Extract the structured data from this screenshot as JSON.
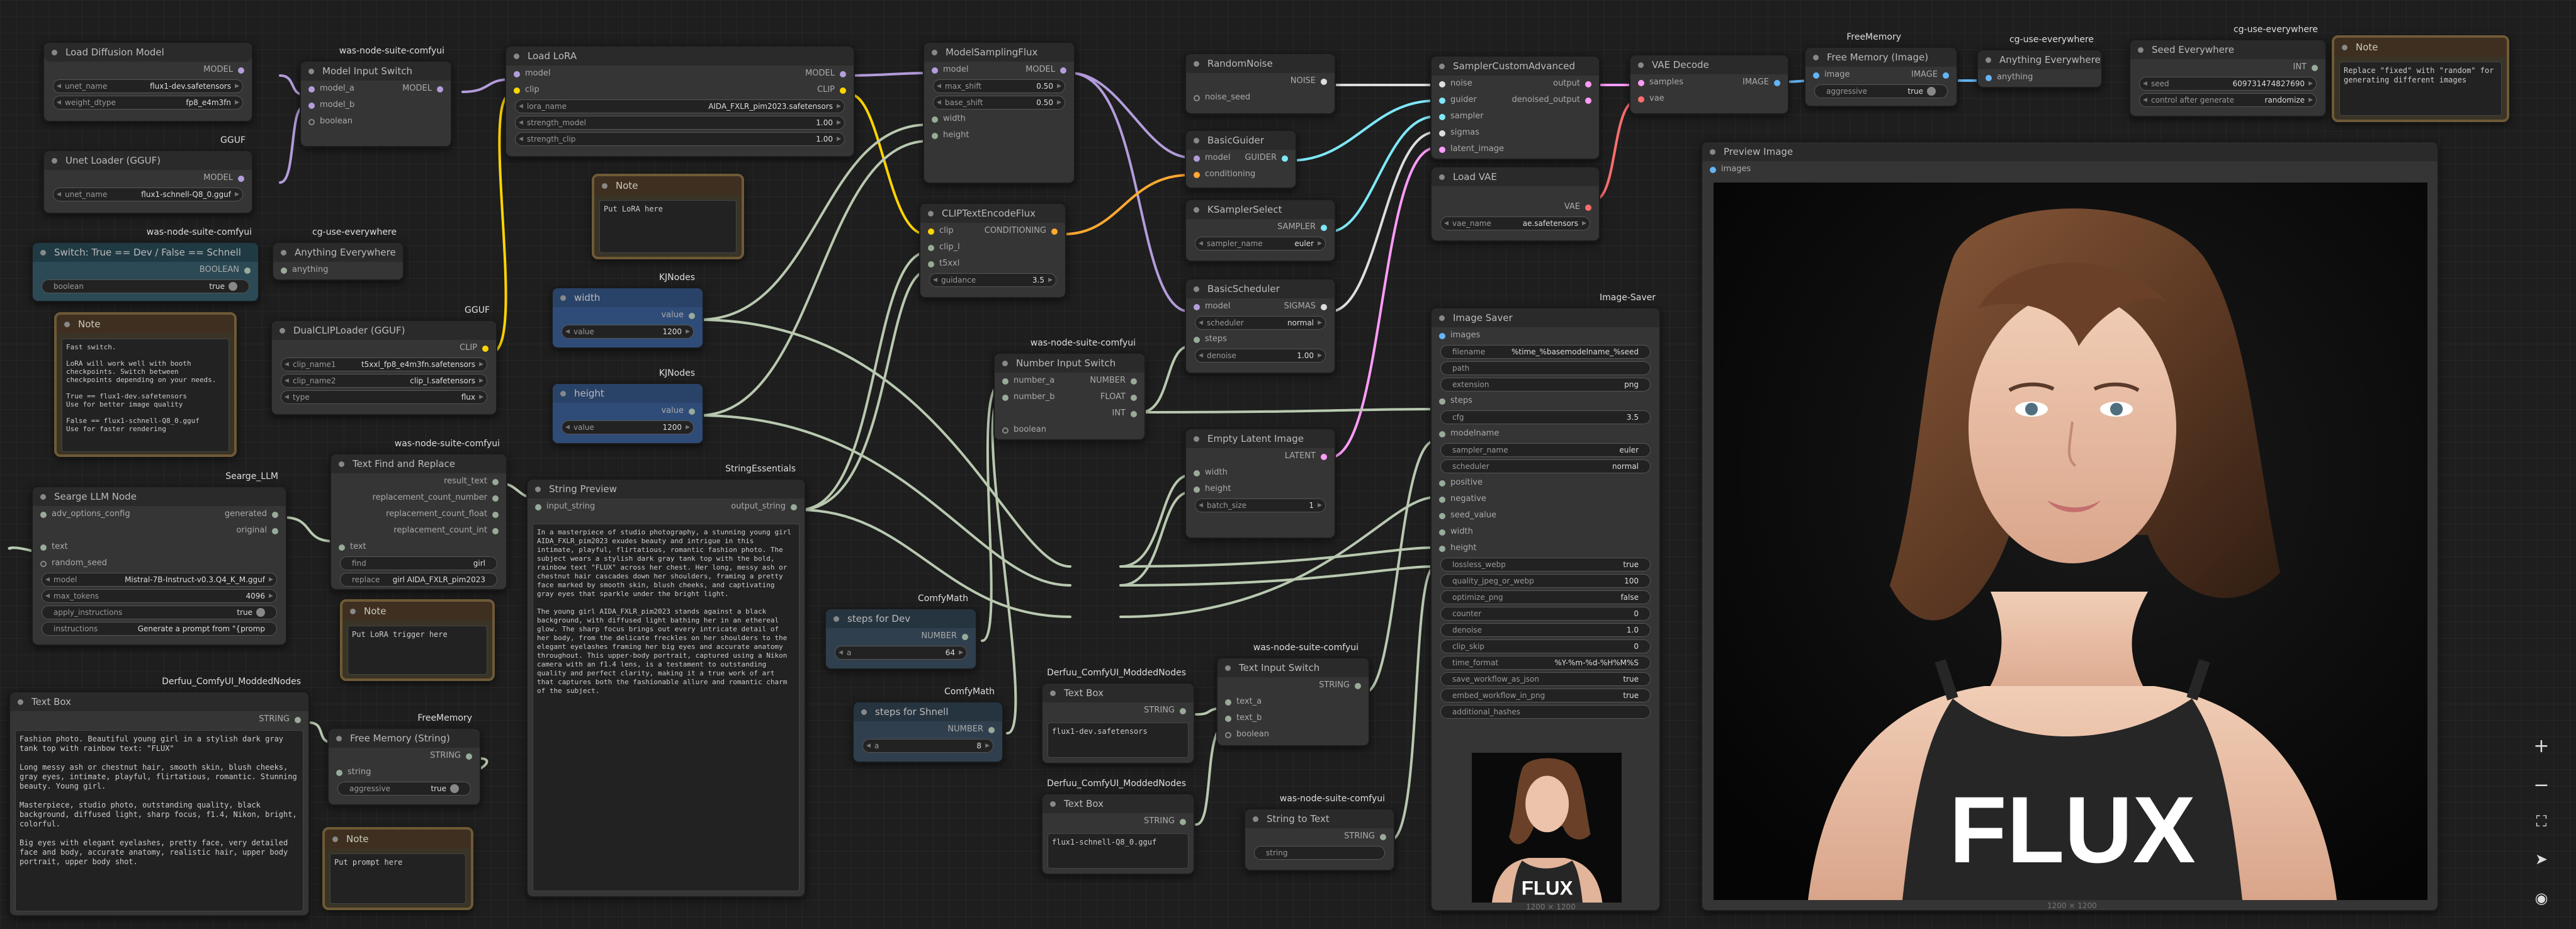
{
  "nodes": {
    "load_diffusion": {
      "title": "Load Diffusion Model",
      "out": "MODEL",
      "unet_name_l": "unet_name",
      "unet_name_v": "flux1-dev.safetensors",
      "dtype_l": "weight_dtype",
      "dtype_v": "fp8_e4m3fn"
    },
    "unet_gguf": {
      "title": "Unet Loader (GGUF)",
      "badge": "GGUF",
      "out": "MODEL",
      "unet_name_l": "unet_name",
      "unet_name_v": "flux1-schnell-Q8_0.gguf"
    },
    "model_switch": {
      "title": "Model Input Switch",
      "badge": "was-node-suite-comfyui",
      "in1": "model_a",
      "in2": "model_b",
      "in3": "boolean",
      "out": "MODEL"
    },
    "load_lora": {
      "title": "Load LoRA",
      "in1": "model",
      "in2": "clip",
      "out1": "MODEL",
      "out2": "CLIP",
      "w1_l": "lora_name",
      "w1_v": "AIDA_FXLR_pim2023.safetensors",
      "w2_l": "strength_model",
      "w2_v": "1.00",
      "w3_l": "strength_clip",
      "w3_v": "1.00"
    },
    "model_sampling": {
      "title": "ModelSamplingFlux",
      "in1": "model",
      "out": "MODEL",
      "w1_l": "max_shift",
      "w1_v": "0.50",
      "w2_l": "base_shift",
      "w2_v": "0.50",
      "in2": "width",
      "in3": "height"
    },
    "random_noise": {
      "title": "RandomNoise",
      "out": "NOISE",
      "in": "noise_seed"
    },
    "basic_guider": {
      "title": "BasicGuider",
      "in1": "model",
      "in2": "conditioning",
      "out": "GUIDER"
    },
    "ksampler_select": {
      "title": "KSamplerSelect",
      "out": "SAMPLER",
      "w_l": "sampler_name",
      "w_v": "euler"
    },
    "basic_scheduler": {
      "title": "BasicScheduler",
      "in1": "model",
      "out": "SIGMAS",
      "w1_l": "scheduler",
      "w1_v": "normal",
      "in2": "steps",
      "w2_l": "denoise",
      "w2_v": "1.00"
    },
    "sampler_custom": {
      "title": "SamplerCustomAdvanced",
      "ins": [
        "noise",
        "guider",
        "sampler",
        "sigmas",
        "latent_image"
      ],
      "out1": "output",
      "out2": "denoised_output"
    },
    "vae_decode": {
      "title": "VAE Decode",
      "in1": "samples",
      "in2": "vae",
      "out": "IMAGE"
    },
    "free_memory_image": {
      "title": "Free Memory (Image)",
      "badge": "FreeMemory",
      "in": "image",
      "out": "IMAGE",
      "w_l": "aggressive",
      "w_v": "true"
    },
    "anything_everywhere_1": {
      "title": "Anything Everywhere",
      "badge": "cg-use-everywhere",
      "in": "anything"
    },
    "seed_everywhere": {
      "title": "Seed Everywhere",
      "badge": "cg-use-everywhere",
      "out": "INT",
      "w1_l": "seed",
      "w1_v": "609731474827690",
      "w2_l": "control after generate",
      "w2_v": "randomize"
    },
    "note_seed": {
      "title": "Note",
      "text": "Replace \"fixed\" with \"random\" for\ngenerating different images"
    },
    "load_vae": {
      "title": "Load VAE",
      "out": "VAE",
      "w_l": "vae_name",
      "w_v": "ae.safetensors"
    },
    "preview_image": {
      "title": "Preview Image",
      "in": "images",
      "caption": "1200 × 1200"
    },
    "switch_bool": {
      "title": "Switch: True == Dev / False == Schnell",
      "badge": "was-node-suite-comfyui",
      "out": "BOOLEAN",
      "w_l": "boolean",
      "w_v": "true"
    },
    "anything_everywhere_2": {
      "title": "Anything Everywhere",
      "badge": "cg-use-everywhere",
      "in": "anything"
    },
    "note_switch": {
      "title": "Note",
      "text": "Fast switch.\n\nLoRA will work well with booth\ncheckpoints. Switch between\ncheckpoints depending on your needs.\n\nTrue == flux1-dev.safetensors\nUse for better image quality\n\nFalse == flux1-schnell-Q8_0.gguf\nUse for faster rendering"
    },
    "dual_clip": {
      "title": "DualCLIPLoader (GGUF)",
      "badge": "GGUF",
      "out": "CLIP",
      "w1_l": "clip_name1",
      "w1_v": "t5xxl_fp8_e4m3fn.safetensors",
      "w2_l": "clip_name2",
      "w2_v": "clip_l.safetensors",
      "w3_l": "type",
      "w3_v": "flux"
    },
    "note_lora": {
      "title": "Note",
      "text": "Put LoRA here"
    },
    "width_node": {
      "title": "width",
      "badge": "KJNodes",
      "out": "value",
      "w_l": "value",
      "w_v": "1200"
    },
    "height_node": {
      "title": "height",
      "badge": "KJNodes",
      "out": "value",
      "w_l": "value",
      "w_v": "1200"
    },
    "clip_text_encode": {
      "title": "CLIPTextEncodeFlux",
      "in1": "clip",
      "out": "CONDITIONING",
      "in2": "clip_l",
      "in3": "t5xxl",
      "w_l": "guidance",
      "w_v": "3.5"
    },
    "number_switch": {
      "title": "Number Input Switch",
      "badge": "was-node-suite-comfyui",
      "in1": "number_a",
      "in2": "number_b",
      "in3": "boolean",
      "out1": "NUMBER",
      "out2": "FLOAT",
      "out3": "INT"
    },
    "empty_latent": {
      "title": "Empty Latent Image",
      "out": "LATENT",
      "in1": "width",
      "in2": "height",
      "w_l": "batch_size",
      "w_v": "1"
    },
    "image_saver": {
      "title": "Image Saver",
      "badge": "Image-Saver",
      "in_images": "images",
      "rows": [
        {
          "l": "filename",
          "v": "%time_%basemodelname_%seed"
        },
        {
          "l": "path",
          "v": ""
        },
        {
          "l": "extension",
          "v": "png"
        },
        {
          "l": "steps",
          "v": "",
          "input": true
        },
        {
          "l": "cfg",
          "v": "3.5"
        },
        {
          "l": "modelname",
          "v": "",
          "input": true
        },
        {
          "l": "sampler_name",
          "v": "euler"
        },
        {
          "l": "scheduler",
          "v": "normal"
        },
        {
          "l": "positive",
          "v": "",
          "input": true
        },
        {
          "l": "negative",
          "v": "",
          "input": true
        },
        {
          "l": "seed_value",
          "v": "",
          "input": true
        },
        {
          "l": "width",
          "v": "",
          "input": true
        },
        {
          "l": "height",
          "v": "",
          "input": true
        },
        {
          "l": "lossless_webp",
          "v": "true"
        },
        {
          "l": "quality_jpeg_or_webp",
          "v": "100"
        },
        {
          "l": "optimize_png",
          "v": "false"
        },
        {
          "l": "counter",
          "v": "0"
        },
        {
          "l": "denoise",
          "v": "1.0"
        },
        {
          "l": "clip_skip",
          "v": "0"
        },
        {
          "l": "time_format",
          "v": "%Y-%m-%d-%H%M%S"
        },
        {
          "l": "save_workflow_as_json",
          "v": "true"
        },
        {
          "l": "embed_workflow_in_png",
          "v": "true"
        },
        {
          "l": "additional_hashes",
          "v": ""
        }
      ],
      "caption": "1200 × 1200"
    },
    "searge_llm": {
      "title": "Searge LLM Node",
      "badge": "Searge_LLM",
      "in1": "adv_options_config",
      "out1": "generated",
      "out2": "original",
      "in2": "text",
      "in3": "random_seed",
      "w1_l": "model",
      "w1_v": "Mistral-7B-Instruct-v0.3.Q4_K_M.gguf",
      "w2_l": "max_tokens",
      "w2_v": "4096",
      "w3_l": "apply_instructions",
      "w3_v": "true",
      "w4_l": "instructions",
      "w4_v": "Generate a prompt from \"{promp"
    },
    "text_find_replace": {
      "title": "Text Find and Replace",
      "badge": "was-node-suite-comfyui",
      "out1": "result_text",
      "out2": "replacement_count_number",
      "out3": "replacement_count_float",
      "out4": "replacement_count_int",
      "in": "text",
      "w1_l": "find",
      "w1_v": "girl",
      "w2_l": "replace",
      "w2_v": "girl AIDA_FXLR_pim2023"
    },
    "string_preview": {
      "title": "String Preview",
      "badge": "StringEssentials",
      "in": "input_string",
      "out": "output_string",
      "text": "In a masterpiece of studio photography, a stunning young girl AIDA_FXLR_pim2023 exudes beauty and intrigue in this intimate, playful, flirtatious, romantic fashion photo. The subject wears a stylish dark gray tank top with the bold, rainbow text \"FLUX\" across her chest. Her long, messy ash or chestnut hair cascades down her shoulders, framing a pretty face marked by smooth skin, blush cheeks, and captivating gray eyes that sparkle under the bright light.\n\nThe young girl AIDA_FXLR_pim2023 stands against a black background, with diffused light bathing her in an ethereal glow. The sharp focus brings out every intricate detail of her body, from the delicate freckles on her shoulders to the elegant eyelashes framing her big eyes and accurate anatomy throughout. This upper-body portrait, captured using a Nikon camera with an f1.4 lens, is a testament to outstanding quality and perfect clarity, making it a true work of art that captures both the fashionable allure and romantic charm of the subject."
    },
    "note_lora_trigger": {
      "title": "Note",
      "text": "Put LoRA trigger here"
    },
    "text_box_main": {
      "title": "Text Box",
      "badge": "Derfuu_ComfyUI_ModdedNodes",
      "out": "STRING",
      "text": "Fashion photo. Beautiful young girl in a stylish dark gray tank top with rainbow text: \"FLUX\"\n\nLong messy ash or chestnut hair, smooth skin, blush cheeks, gray eyes, intimate, playful, flirtatious, romantic. Stunning beauty. Young girl.\n\nMasterpiece, studio photo, outstanding quality, black background, diffused light, sharp focus, f1.4, Nikon, bright, colorful.\n\nBig eyes with elegant eyelashes, pretty face, very detailed face and body, accurate anatomy, realistic hair, upper body portrait, upper body shot."
    },
    "free_memory_string": {
      "title": "Free Memory (String)",
      "badge": "FreeMemory",
      "in": "string",
      "out": "STRING",
      "w_l": "aggressive",
      "w_v": "true"
    },
    "note_prompt": {
      "title": "Note",
      "text": "Put prompt here"
    },
    "steps_dev": {
      "title": "steps for Dev",
      "badge": "ComfyMath",
      "out": "NUMBER",
      "w_l": "a",
      "w_v": "64"
    },
    "steps_schnell": {
      "title": "steps for Shnell",
      "badge": "ComfyMath",
      "out": "NUMBER",
      "w_l": "a",
      "w_v": "8"
    },
    "text_box_dev": {
      "title": "Text Box",
      "badge": "Derfuu_ComfyUI_ModdedNodes",
      "out": "STRING",
      "text": "flux1-dev.safetensors"
    },
    "text_box_schnell": {
      "title": "Text Box",
      "badge": "Derfuu_ComfyUI_ModdedNodes",
      "out": "STRING",
      "text": "flux1-schnell-Q8_0.gguf"
    },
    "text_input_switch": {
      "title": "Text Input Switch",
      "badge": "was-node-suite-comfyui",
      "in1": "text_a",
      "out": "STRING",
      "in2": "text_b",
      "in3": "boolean"
    },
    "string_to_text": {
      "title": "String to Text",
      "badge": "was-node-suite-comfyui",
      "out": "STRING",
      "w_l": "string",
      "w_v": ""
    }
  },
  "sidebar": [
    "zoom-in",
    "zoom-out",
    "fit-view",
    "select-tool",
    "toggle-links"
  ],
  "sidebar_glyphs": {
    "zoom_in": "+",
    "zoom_out": "−",
    "fit": "⛶",
    "select": "➤",
    "eye": "◉"
  },
  "tshirt_text": "FLUX",
  "colors": {
    "model_wire": "#b39ddb",
    "clip_wire": "#ffd500",
    "cond_wire": "#ffa931",
    "latent_wire": "#ff9cf9",
    "vae_wire": "#ff6e6e",
    "image_wire": "#64b5f6",
    "int_wire": "#a5d6a7",
    "string_wire": "#b9c9b0",
    "sampler_wire": "#7ee8f8"
  }
}
